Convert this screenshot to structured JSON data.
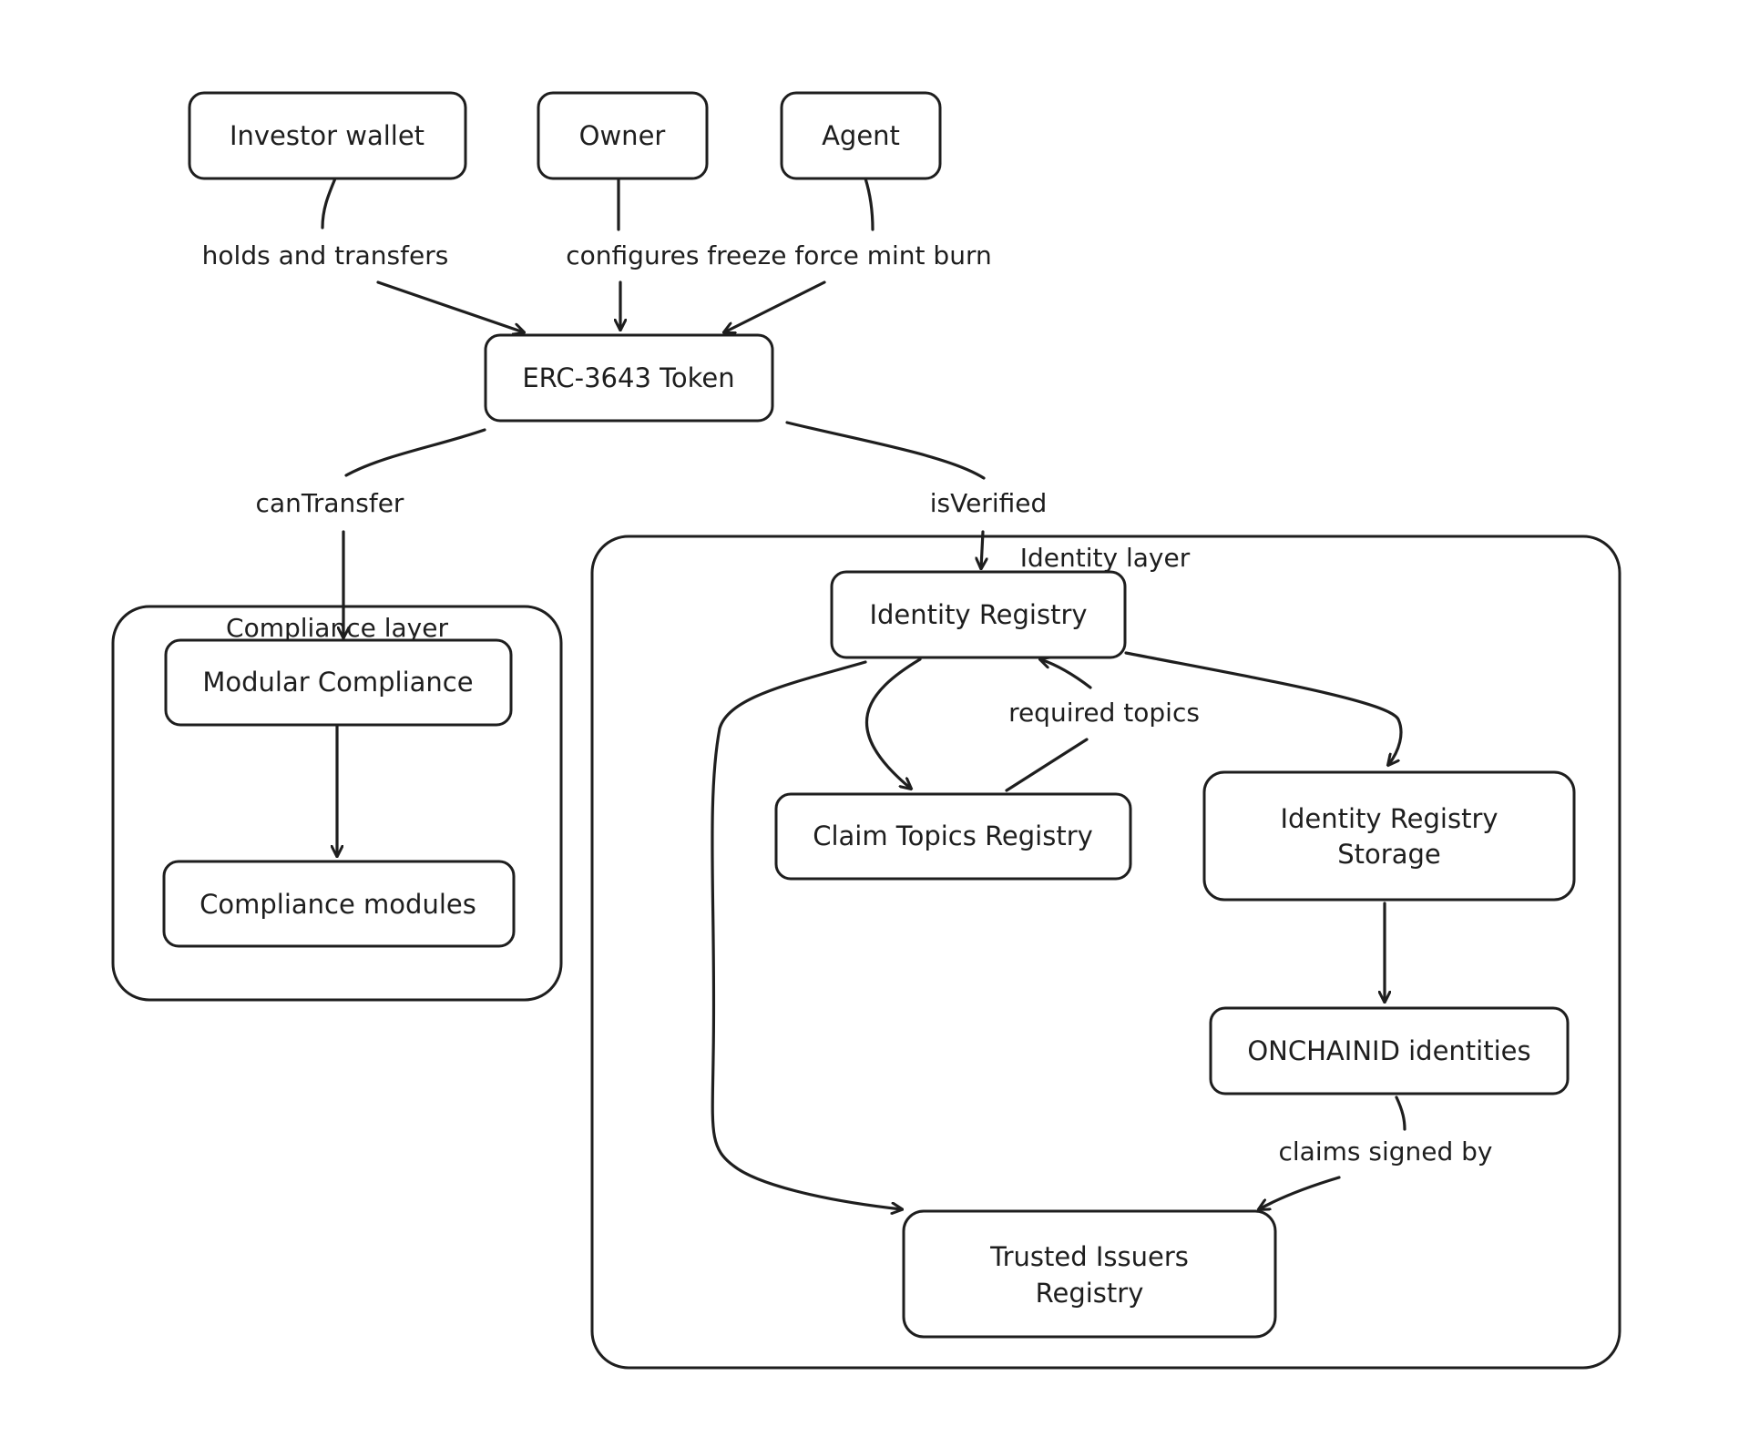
{
  "colors": {
    "stroke": "#1e1e1e",
    "fill": "#ffffff",
    "background": "#ffffff"
  },
  "groups": {
    "compliance": {
      "label": "Compliance layer"
    },
    "identity": {
      "label": "Identity layer"
    }
  },
  "nodes": {
    "investor_wallet": {
      "label": "Investor wallet"
    },
    "owner": {
      "label": "Owner"
    },
    "agent": {
      "label": "Agent"
    },
    "token": {
      "label": "ERC-3643 Token"
    },
    "modular_compliance": {
      "label": "Modular Compliance"
    },
    "compliance_modules": {
      "label": "Compliance modules"
    },
    "identity_registry": {
      "label": "Identity Registry"
    },
    "claim_topics_registry": {
      "label": "Claim Topics Registry"
    },
    "identity_registry_storage": {
      "label_line1": "Identity Registry",
      "label_line2": "Storage"
    },
    "onchainid_identities": {
      "label": "ONCHAINID identities"
    },
    "trusted_issuers_registry": {
      "label_line1": "Trusted Issuers",
      "label_line2": "Registry"
    }
  },
  "edges": {
    "holds_and_transfers": {
      "label": "holds and transfers"
    },
    "owner_agent_actions": {
      "label": "configures freeze force mint burn"
    },
    "can_transfer": {
      "label": "canTransfer"
    },
    "is_verified": {
      "label": "isVerified"
    },
    "required_topics": {
      "label": "required topics"
    },
    "claims_signed_by": {
      "label": "claims signed by"
    }
  }
}
